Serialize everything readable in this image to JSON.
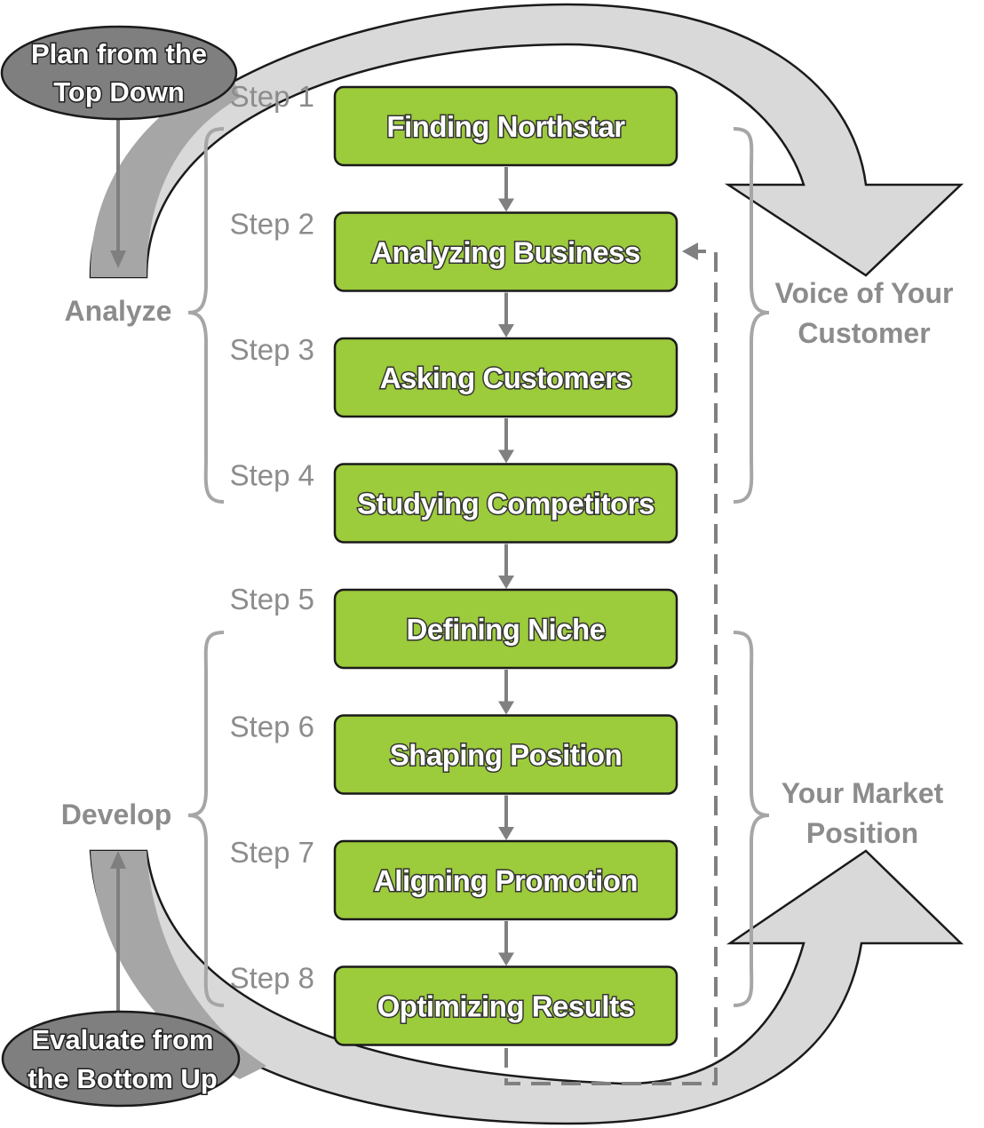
{
  "ovals": {
    "top": {
      "line1": "Plan from the",
      "line2": "Top Down"
    },
    "bottom": {
      "line1": "Evaluate from",
      "line2": "the Bottom Up"
    }
  },
  "side": {
    "analyze": "Analyze",
    "develop": "Develop",
    "voice_line1": "Voice of Your",
    "voice_line2": "Customer",
    "market_line1": "Your Market",
    "market_line2": "Position"
  },
  "steps": [
    {
      "step": "Step 1",
      "label": "Finding Northstar"
    },
    {
      "step": "Step 2",
      "label": "Analyzing Business"
    },
    {
      "step": "Step 3",
      "label": "Asking Customers"
    },
    {
      "step": "Step 4",
      "label": "Studying Competitors"
    },
    {
      "step": "Step 5",
      "label": "Defining Niche"
    },
    {
      "step": "Step 6",
      "label": "Shaping Position"
    },
    {
      "step": "Step 7",
      "label": "Aligning Promotion"
    },
    {
      "step": "Step 8",
      "label": "Optimizing Results"
    }
  ],
  "colors": {
    "box_fill": "#9ccb3b",
    "curve_light": "#d9d9d9",
    "curve_dark": "#a6a6a6",
    "oval_fill": "#7f7f7f",
    "label_gray": "#8c8c8c"
  }
}
